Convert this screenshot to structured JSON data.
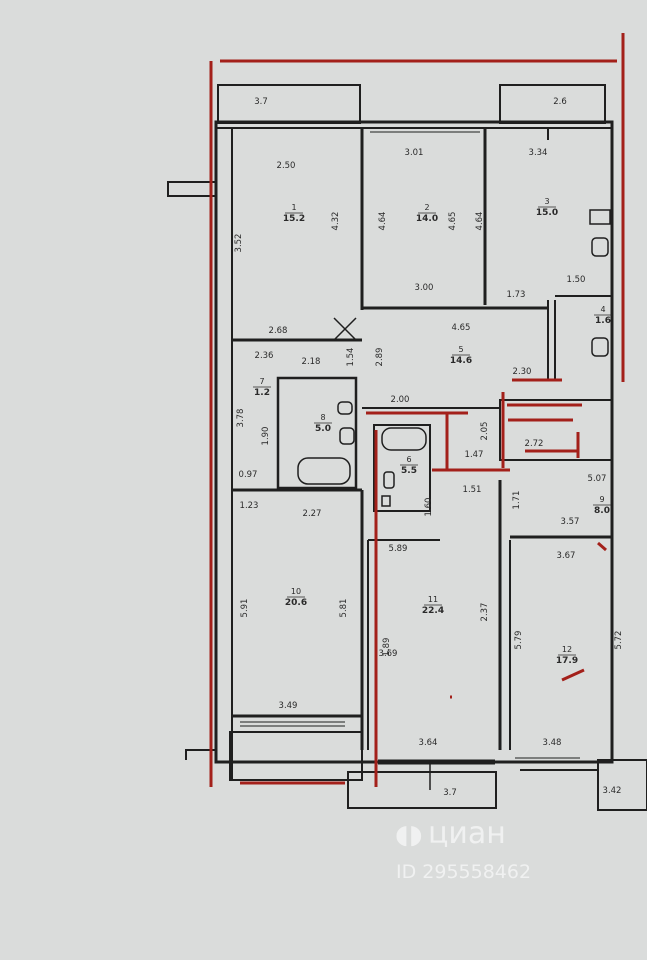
{
  "dimensions": [
    "3.7",
    "2.6",
    "2.50",
    "3.01",
    "3.34",
    "3.52",
    "4.32",
    "4.64",
    "4.65",
    "4.64",
    "3.00",
    "1.73",
    "1.50",
    "2.68",
    "2.36",
    "2.18",
    "1.54",
    "2.89",
    "4.65",
    "2.00",
    "2.30",
    "3.78",
    "1.90",
    "0.97",
    "1.23",
    "2.27",
    "2.05",
    "1.47",
    "1.51",
    "2.72",
    "5.07",
    "1.71",
    "3.57",
    "3.67",
    "1.60",
    "5.89",
    "5.91",
    "5.81",
    "1.89",
    "3.69",
    "2.37",
    "5.79",
    "5.72",
    "3.49",
    "3.64",
    "3.48",
    "3.7",
    "3.42"
  ],
  "rooms": [
    {
      "number": "1",
      "area": "15.2"
    },
    {
      "number": "2",
      "area": "14.0"
    },
    {
      "number": "3",
      "area": "15.0"
    },
    {
      "number": "4",
      "area": "1.6"
    },
    {
      "number": "5",
      "area": "14.6"
    },
    {
      "number": "6",
      "area": "5.5"
    },
    {
      "number": "7",
      "area": "1.2"
    },
    {
      "number": "8",
      "area": "5.0"
    },
    {
      "number": "9",
      "area": "8.0"
    },
    {
      "number": "10",
      "area": "20.6"
    },
    {
      "number": "11",
      "area": "22.4"
    },
    {
      "number": "12",
      "area": "17.9"
    }
  ],
  "watermark": {
    "brand": "циан",
    "id": "ID 295558462"
  },
  "colors": {
    "paper": "#dadcdb",
    "wall": "#1f1f1f",
    "markup": "#a3201a"
  }
}
